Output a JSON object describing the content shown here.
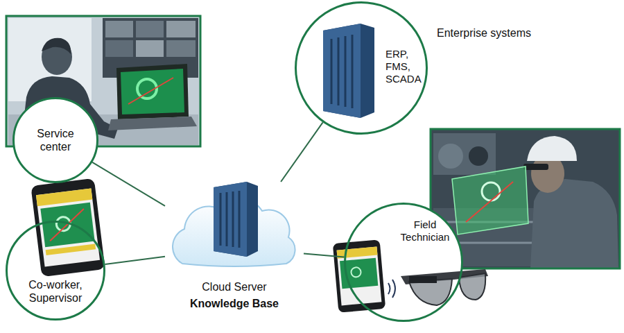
{
  "diagram": {
    "nodes": [
      {
        "text": [
          "Service center"
        ]
      },
      {
        "text": [
          "Enterprise systems",
          "ERP, FMS, SCADA"
        ]
      },
      {
        "text": [
          "Cloud Server",
          "Knowledge Base"
        ]
      },
      {
        "text": [
          "Co-worker, Supervisor"
        ]
      },
      {
        "text": [
          "Field Technician"
        ]
      }
    ],
    "edges": [
      {
        "from": 2,
        "to": 0,
        "arrow": "none"
      },
      {
        "from": 2,
        "to": 1,
        "arrow": "none"
      },
      {
        "from": 2,
        "to": 3,
        "arrow": "none"
      },
      {
        "from": 2,
        "to": 4,
        "arrow": "none"
      }
    ]
  }
}
